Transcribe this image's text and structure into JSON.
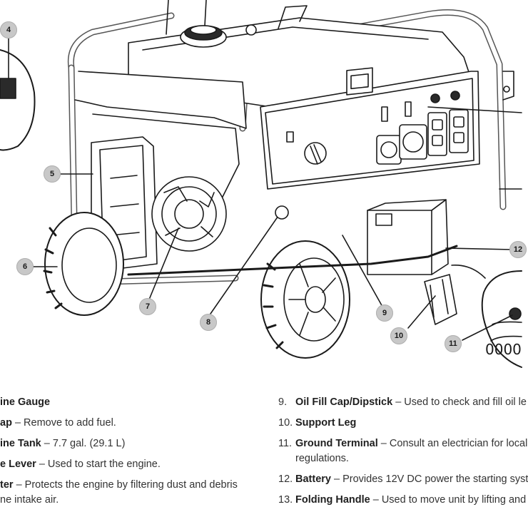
{
  "callouts": [
    {
      "id": "4",
      "label": "4"
    },
    {
      "id": "5",
      "label": "5"
    },
    {
      "id": "6",
      "label": "6"
    },
    {
      "id": "7",
      "label": "7"
    },
    {
      "id": "8",
      "label": "8"
    },
    {
      "id": "9",
      "label": "9"
    },
    {
      "id": "10",
      "label": "10"
    },
    {
      "id": "11",
      "label": "11"
    },
    {
      "id": "12",
      "label": "12"
    }
  ],
  "left_list": [
    {
      "bold": "ine Gauge",
      "text": ""
    },
    {
      "bold": "ap",
      "text": " – Remove to add fuel."
    },
    {
      "bold": "ine Tank",
      "text": " – 7.7 gal. (29.1 L)"
    },
    {
      "bold": "e Lever",
      "text": " – Used to start the engine."
    },
    {
      "bold": "ter",
      "text": " – Protects the engine by filtering dust and debris"
    },
    {
      "bold": "",
      "text": "ne intake air."
    }
  ],
  "right_list": [
    {
      "num": "9.",
      "bold": "Oil Fill Cap/Dipstick",
      "text": " – Used to check and fill oil le"
    },
    {
      "num": "10.",
      "bold": "Support Leg",
      "text": ""
    },
    {
      "num": "11.",
      "bold": "Ground Terminal",
      "text": " – Consult an electrician for local"
    },
    {
      "num": "",
      "bold": "",
      "text": "regulations."
    },
    {
      "num": "12.",
      "bold": "Battery",
      "text": " – Provides 12V DC power the starting syst"
    },
    {
      "num": "13.",
      "bold": "Folding Handle",
      "text": " – Used to move unit by lifting and"
    }
  ]
}
